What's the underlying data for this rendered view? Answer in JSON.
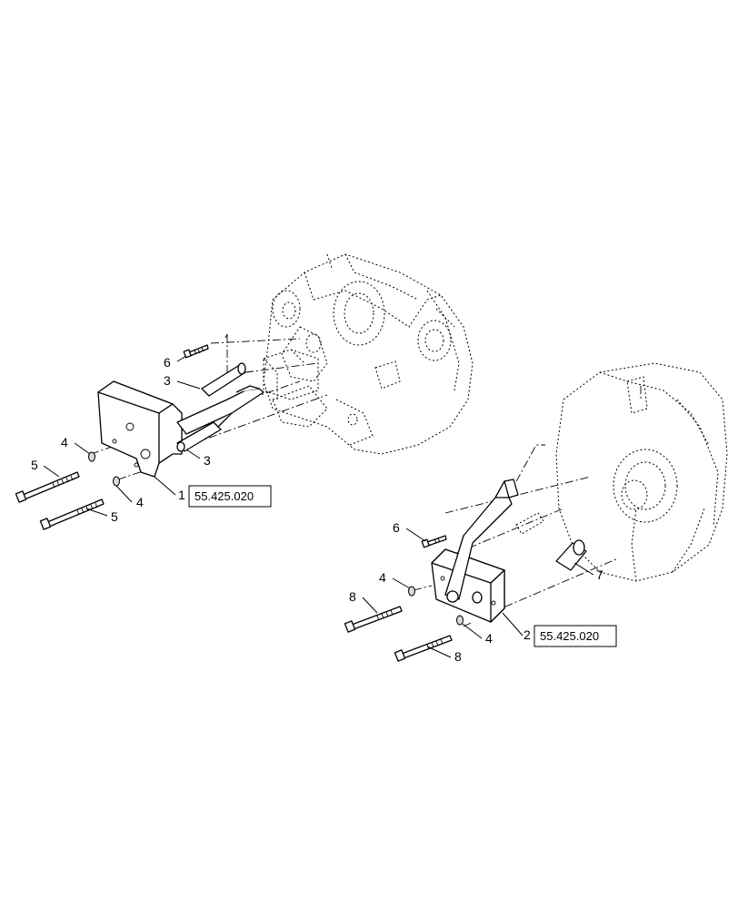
{
  "callouts": {
    "c1": "1",
    "c2": "2",
    "c3a": "3",
    "c3b": "3",
    "c4a": "4",
    "c4b": "4",
    "c4c": "4",
    "c4d": "4",
    "c5a": "5",
    "c5b": "5",
    "c6a": "6",
    "c6b": "6",
    "c7": "7",
    "c8a": "8",
    "c8b": "8"
  },
  "references": {
    "ref1": "55.425.020",
    "ref2": "55.425.020"
  }
}
